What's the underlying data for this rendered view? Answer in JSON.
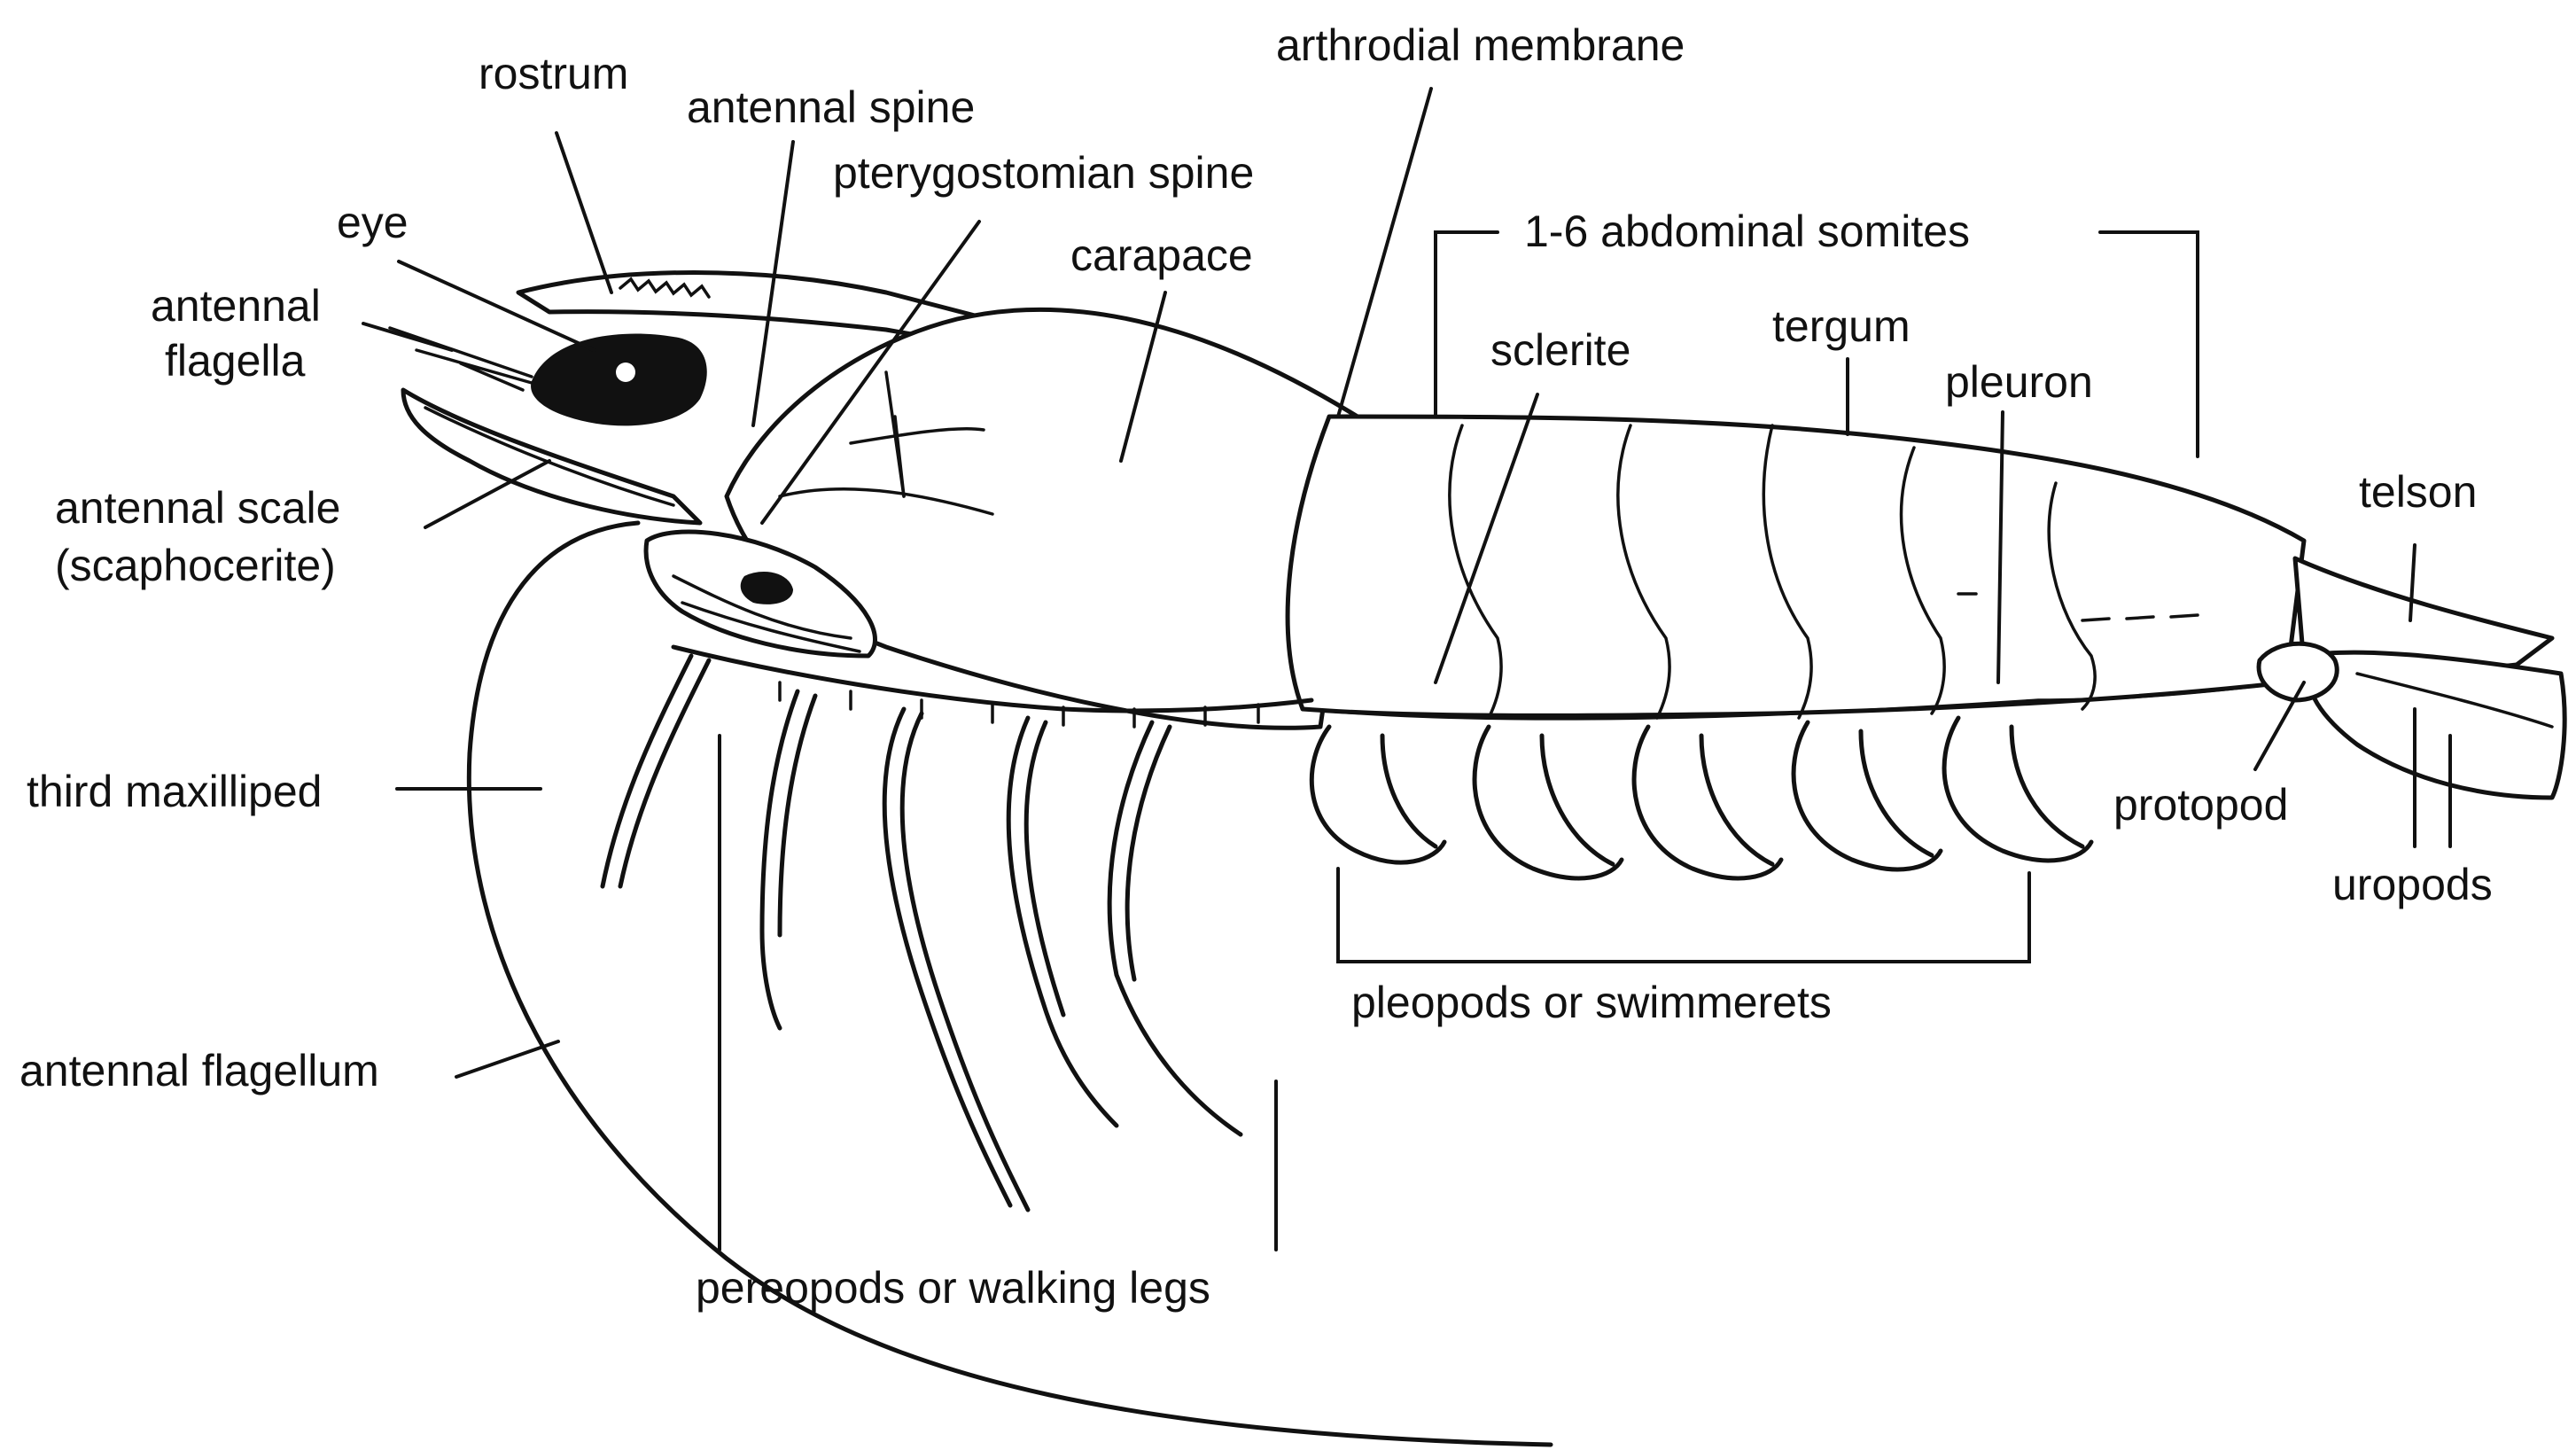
{
  "labels": {
    "rostrum": "rostrum",
    "antennal_spine": "antennal spine",
    "arthrodial_membrane": "arthrodial membrane",
    "pterygostomian_spine": "pterygostomian spine",
    "eye": "eye",
    "carapace": "carapace",
    "abdominal_somites": "1-6 abdominal  somites",
    "antennal_flagella_line1": "antennal",
    "antennal_flagella_line2": "flagella",
    "sclerite": "sclerite",
    "tergum": "tergum",
    "pleuron": "pleuron",
    "antennal_scale_line1": "antennal scale",
    "antennal_scale_line2": "(scaphocerite)",
    "telson": "telson",
    "third_maxilliped": "third maxilliped",
    "protopod": "protopod",
    "uropods": "uropods",
    "pleopods": "pleopods or swimmerets",
    "antennal_flagellum": "antennal flagellum",
    "pereopods": "pereopods or walking legs"
  }
}
